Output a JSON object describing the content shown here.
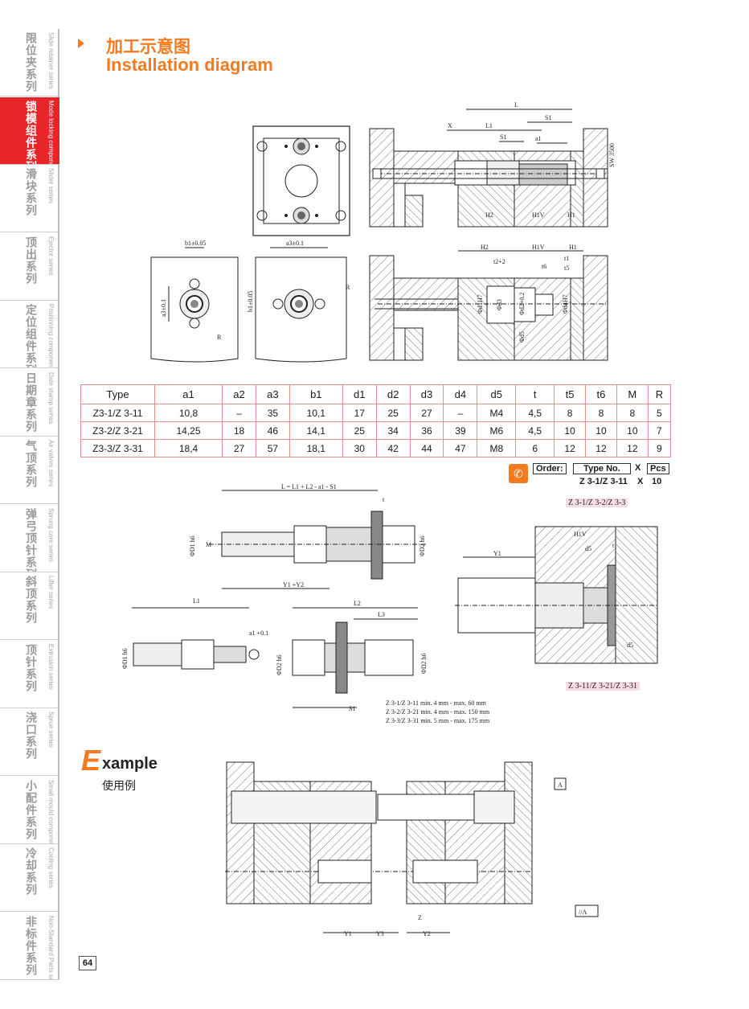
{
  "sidebar": {
    "items": [
      {
        "cn": "限位夹系列",
        "en": "Slide retainer series"
      },
      {
        "cn": "锁模组件系列",
        "en": "Mode locking component series"
      },
      {
        "cn": "滑块系列",
        "en": "Slider series"
      },
      {
        "cn": "顶出系列",
        "en": "Ejector series"
      },
      {
        "cn": "定位组件系列",
        "en": "Positioning components series"
      },
      {
        "cn": "日期章系列",
        "en": "Date stamp series"
      },
      {
        "cn": "气顶系列",
        "en": "Air valves series"
      },
      {
        "cn": "弹弓顶针系列",
        "en": "Sprung core series"
      },
      {
        "cn": "斜顶系列",
        "en": "Lifter series"
      },
      {
        "cn": "顶针系列",
        "en": "Extrusion series"
      },
      {
        "cn": "浇口系列",
        "en": "Sprue series"
      },
      {
        "cn": "小配件系列",
        "en": "Small mould components series"
      },
      {
        "cn": "冷却系列",
        "en": "Cooling series"
      },
      {
        "cn": "非标件系列",
        "en": "Non-Standard Parts series"
      }
    ],
    "active_index": 1,
    "colors": {
      "active_bg": "#e8262a",
      "text": "#9a9a9a"
    }
  },
  "header": {
    "title_cn": "加工示意图",
    "title_en": "Installation diagram",
    "accent": "#f47a20"
  },
  "drawing_labels": {
    "top": {
      "L": "L",
      "X": "X",
      "L1": "L1",
      "S1": "S1",
      "a1": "a1",
      "sw": "SW 3500",
      "H2": "H2",
      "H1V": "H1V",
      "H1": "H1"
    },
    "left": {
      "b1": "b1±0.05",
      "a3": "a3±0.1",
      "a3v": "a3±0.1",
      "b1v": "b1±0.05",
      "R": "R"
    },
    "section": {
      "H2": "H2",
      "H1V": "H1V",
      "H1": "H1",
      "t2": "t2+2",
      "t1": "t1",
      "t6": "t6",
      "t5": "t5",
      "d1": "Φd1H7",
      "d3": "Φd3",
      "d2": "Φd2+0.2",
      "d4": "Φd4H7",
      "d5": "Φd5"
    },
    "assembly": {
      "L": "L = L1 + L2 - a1 - S1",
      "t": "t",
      "D1": "ΦD1 h6",
      "M": "M",
      "Y": "Y1 +Y2",
      "D2": "ΦD2 h6"
    },
    "parts": {
      "L1": "L1",
      "a1": "a1 +0.1",
      "D1": "ΦD1 h6",
      "L2": "L2",
      "L3": "L3",
      "D2a": "ΦD2 h6",
      "D2b": "ΦD2 h6",
      "S1": "S1"
    },
    "right": {
      "Y1": "Y1",
      "H1V": "H1V",
      "d5a": "d5",
      "t": "t",
      "d5b": "d5"
    }
  },
  "notes": [
    "Z 3-1/Z 3-11 min. 4 mm - max. 60 mm",
    "Z 3-2/Z 3-21 min. 4 mm - max. 150 mm",
    "Z 3-3/Z 3-31 min. 5 mm - max. 175 mm"
  ],
  "tags": {
    "top": "Z 3-1/Z 3-2/Z 3-3",
    "bottom": "Z 3-11/Z 3-21/Z 3-31"
  },
  "table": {
    "headers": [
      "Type",
      "a1",
      "a2",
      "a3",
      "b1",
      "d1",
      "d2",
      "d3",
      "d4",
      "d5",
      "t",
      "t5",
      "t6",
      "M",
      "R"
    ],
    "rows": [
      [
        "Z3-1/Z 3-11",
        "10,8",
        "–",
        "35",
        "10,1",
        "17",
        "25",
        "27",
        "–",
        "M4",
        "4,5",
        "8",
        "8",
        "8",
        "5"
      ],
      [
        "Z3-2/Z 3-21",
        "14,25",
        "18",
        "46",
        "14,1",
        "25",
        "34",
        "36",
        "39",
        "M6",
        "4,5",
        "10",
        "10",
        "10",
        "7"
      ],
      [
        "Z3-3/Z 3-31",
        "18,4",
        "27",
        "57",
        "18,1",
        "30",
        "42",
        "44",
        "47",
        "M8",
        "6",
        "12",
        "12",
        "12",
        "9"
      ]
    ],
    "border_color": "#e98e8e"
  },
  "order": {
    "label": "Order:",
    "type_label": "Type No.",
    "x1": "X",
    "pcs_label": "Pcs",
    "type_value": "Z 3-1/Z 3-11",
    "x2": "X",
    "qty": "10",
    "phone_icon": "phone-icon"
  },
  "example": {
    "big_letter": "E",
    "rest": "xample",
    "cn": "使用例",
    "labels": {
      "A": "A",
      "parallel": "//A",
      "Y1": "Y1",
      "Y3": "Y3",
      "Z": "Z",
      "Y2": "Y2"
    }
  },
  "page_number": "64"
}
